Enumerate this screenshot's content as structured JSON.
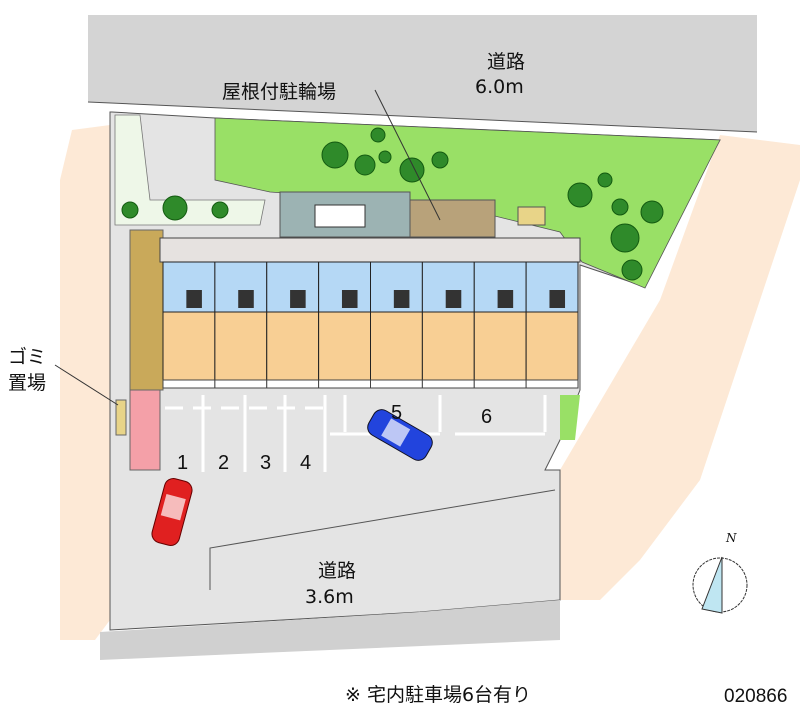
{
  "labels": {
    "top_road_name": "道路",
    "top_road_width": "6.0m",
    "bicycle_parking": "屋根付駐輪場",
    "garbage_line1": "ゴミ",
    "garbage_line2": "置場",
    "bottom_road_name": "道路",
    "bottom_road_width": "3.6m",
    "footnote": "※ 宅内駐車場6台有り",
    "property_code": "020866",
    "north": "N"
  },
  "parking_spaces": [
    "1",
    "2",
    "3",
    "4",
    "5",
    "6"
  ],
  "units": 8,
  "colors": {
    "road": "#d4d4d4",
    "surroundings": "#fde9d6",
    "green": "#99e066",
    "room_blue": "#b5d8f5",
    "room_orange": "#f8cf94",
    "brick": "#c9a95a",
    "garbage": "#f4a0a8",
    "car_red": "#e02020",
    "car_blue": "#2244dd"
  }
}
